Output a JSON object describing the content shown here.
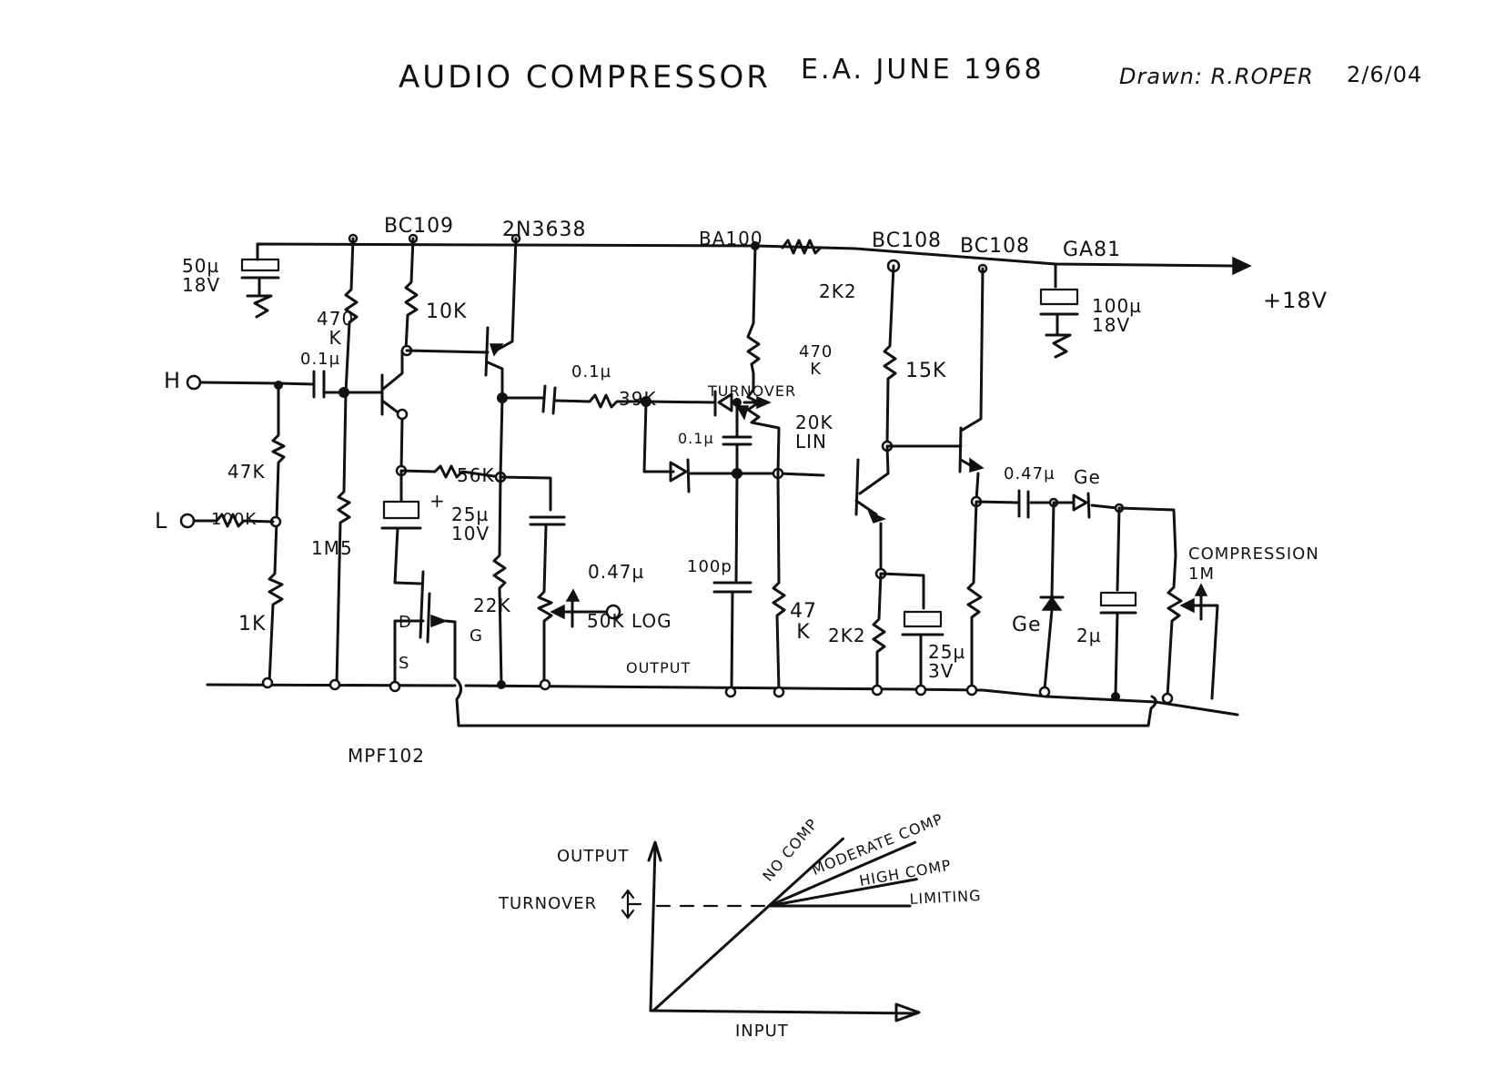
{
  "header": {
    "title": "AUDIO COMPRESSOR",
    "source": "E.A. JUNE 1968",
    "drawn_by": "Drawn: R.ROPER",
    "date": "2/6/04"
  },
  "transistors": {
    "q1": "BC109",
    "q2": "2N3638",
    "q3": "BC108",
    "q4": "BC108",
    "fet": "MPF102"
  },
  "diodes": {
    "turnover_diode": "BA100",
    "rectifier": "GA81",
    "ge1": "Ge",
    "ge2": "Ge"
  },
  "fet_pins": {
    "drain": "D",
    "source": "S",
    "gate": "G"
  },
  "inputs": {
    "high": "H",
    "low": "L"
  },
  "supply": {
    "label": "+18V"
  },
  "capacitors": {
    "c_supply_in": {
      "value": "50µ",
      "voltage": "18V"
    },
    "c_supply_out": {
      "value": "100µ",
      "voltage": "18V"
    },
    "c_in": "0.1µ",
    "c_couple2": "0.1µ",
    "c_turnover": "0.1µ",
    "c_bypass": {
      "value": "25µ",
      "voltage": "10V",
      "polarity": "+"
    },
    "c_output": "0.47µ",
    "c_hf": "100p",
    "c_emitter": {
      "value": "25µ",
      "voltage": "3V"
    },
    "c_couple3": "0.47µ",
    "c_smooth": "2µ"
  },
  "resistors": {
    "r470k_a": {
      "value": "470",
      "unit": "K"
    },
    "r10k": "10K",
    "r47k": "47K",
    "r100k": "100K",
    "r1m5": "1M5",
    "r1k": "1K",
    "r56k": "56K",
    "r22k": "22K",
    "r39k": "39K",
    "r2k2_supply": "2K2",
    "r470k_b": {
      "value": "470",
      "unit": "K"
    },
    "r15k": "15K",
    "r47k_b": {
      "value": "47",
      "unit": "K"
    },
    "r2k2_emitter": "2K2"
  },
  "pots": {
    "turnover": {
      "label": "TURNOVER",
      "value": "20K",
      "taper": "LIN"
    },
    "volume": {
      "value": "50K LOG",
      "output_label": "OUTPUT"
    },
    "compression": {
      "label": "COMPRESSION",
      "value": "1M"
    }
  },
  "graph": {
    "y_label": "OUTPUT",
    "x_label": "INPUT",
    "turnover_label": "TURNOVER",
    "curves": [
      {
        "name": "NO COMP",
        "slope_after_knee": 1.0
      },
      {
        "name": "MODERATE COMP",
        "slope_after_knee": 0.48
      },
      {
        "name": "HIGH COMP",
        "slope_after_knee": 0.2
      },
      {
        "name": "LIMITING",
        "slope_after_knee": 0.0
      }
    ]
  },
  "colors": {
    "ink": "#111111",
    "paper": "#ffffff"
  }
}
